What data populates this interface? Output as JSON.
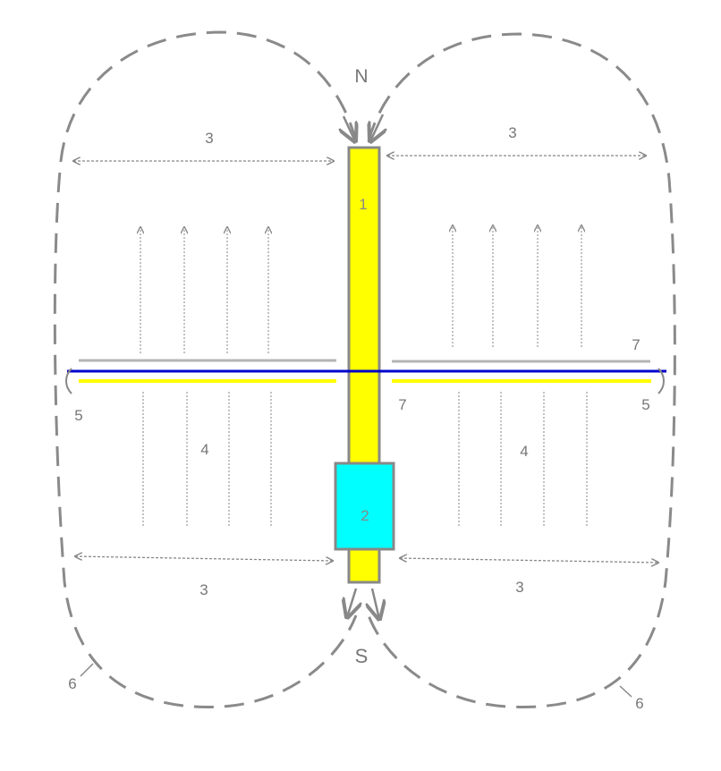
{
  "labels": {
    "north": "N",
    "south": "S",
    "building_1": "1",
    "building_2": "2",
    "field_3": "3",
    "rows_4": "4",
    "line_5": "5",
    "boundary_6": "6",
    "line_7": "7"
  },
  "colors": {
    "background": "#ffffff",
    "building_1_fill": "#ffff00",
    "building_2_fill": "#00ffff",
    "building_outline": "#888888",
    "blue_line": "#0000cc",
    "yellow_line": "#ffff00",
    "gray_line": "#b4b4b4",
    "boundary": "#8a8a8a",
    "arrows": "#888888",
    "text": "#777777"
  }
}
